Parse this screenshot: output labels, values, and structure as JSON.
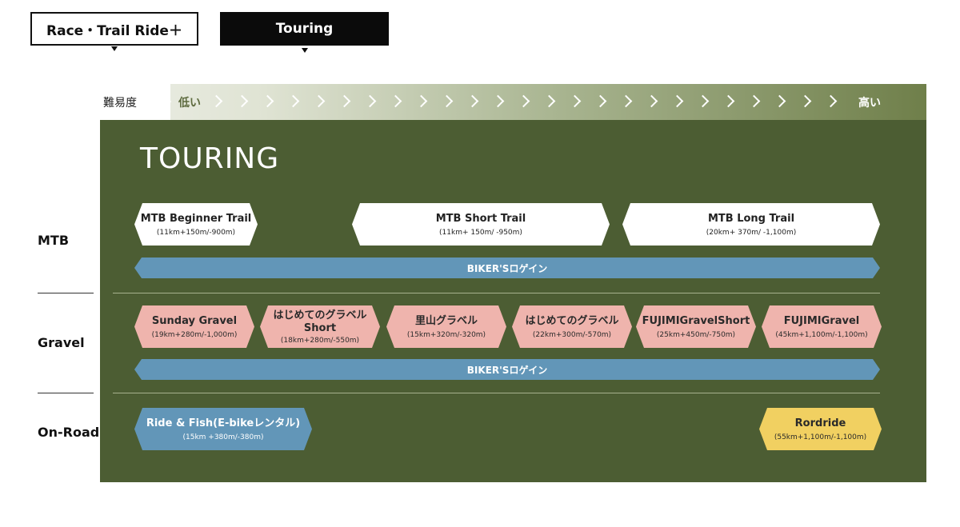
{
  "tabs": {
    "race_label": "Race・Trail Ride＋",
    "touring_label": "Touring"
  },
  "difficulty": {
    "label": "難易度",
    "low": "低い",
    "high": "高い"
  },
  "panel": {
    "title": "TOURING"
  },
  "rows": {
    "mtb": "MTB",
    "gravel": "Gravel",
    "onroad": "On-Road"
  },
  "mtb": {
    "courses": [
      {
        "name": "MTB Beginner Trail",
        "dist": "(11km+150m/-900m)"
      },
      {
        "name": "MTB Short Trail",
        "dist": "(11km+ 150m/ -950m)"
      },
      {
        "name": "MTB Long Trail",
        "dist": "(20km+ 370m/ -1,100m)"
      }
    ],
    "event": "BIKER'Sロゲイン"
  },
  "gravel": {
    "courses": [
      {
        "name": "Sunday Gravel",
        "dist": "(19km+280m/-1,000m)"
      },
      {
        "name": "はじめてのグラベル Short",
        "dist": "(18km+280m/-550m)"
      },
      {
        "name": "里山グラベル",
        "dist": "(15km+320m/-320m)"
      },
      {
        "name": "はじめてのグラベル",
        "dist": "(22km+300m/-570m)"
      },
      {
        "name": "FUJIMIGravelShort",
        "dist": "(25km+450m/-750m)"
      },
      {
        "name": "FUJIMIGravel",
        "dist": "(45km+1,100m/-1,100m)"
      }
    ],
    "event": "BIKER'Sロゲイン"
  },
  "onroad": {
    "courses": [
      {
        "name": "Ride & Fish(E-bikeレンタル)",
        "dist": "(15km +380m/-380m)"
      },
      {
        "name": "Rordride",
        "dist": "(55km+1,100m/-1,100m)"
      }
    ]
  },
  "colors": {
    "panel": "#4c5d33",
    "mtb_card": "#ffffff",
    "gravel_card": "#efb4ad",
    "event_bar": "#6296b8",
    "road_card": "#f1d061"
  }
}
